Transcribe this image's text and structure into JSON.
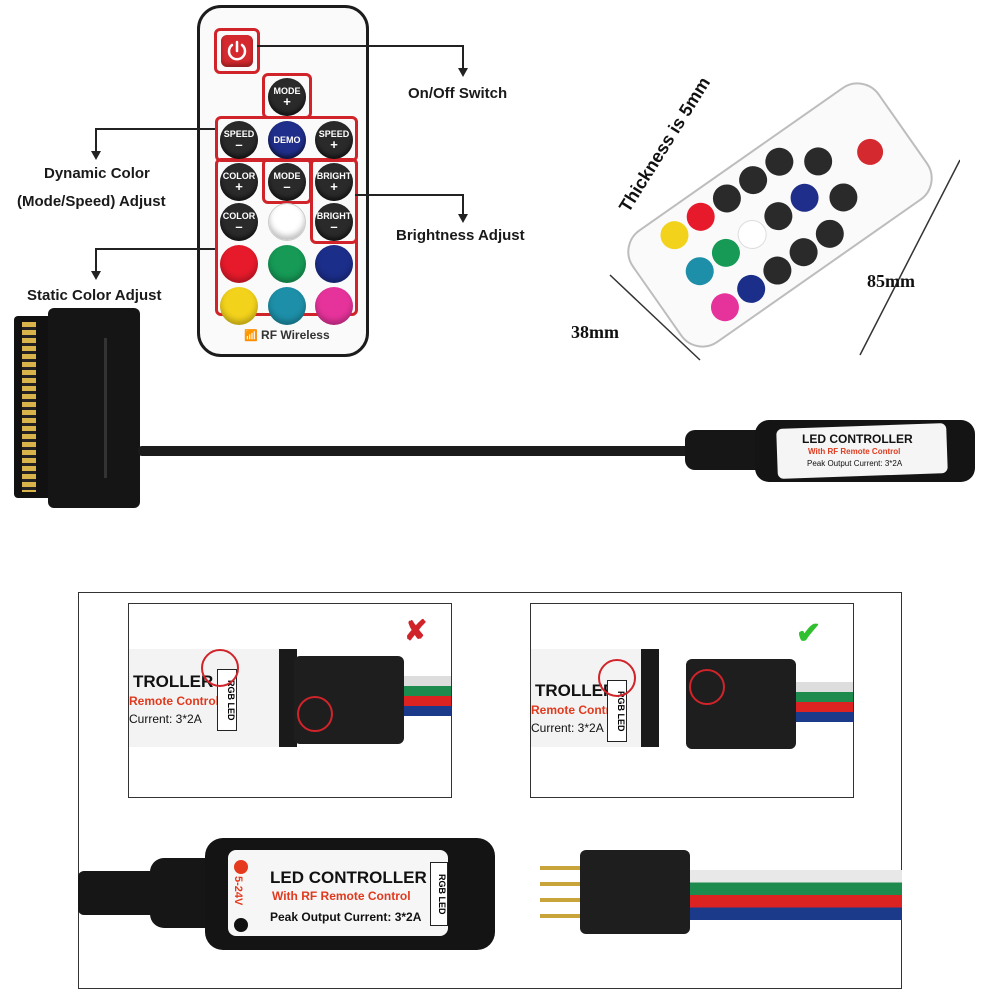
{
  "labels": {
    "onoff": "On/Off Switch",
    "dynamic_line1": "Dynamic Color",
    "dynamic_line2": "(Mode/Speed) Adjust",
    "brightness": "Brightness Adjust",
    "static": "Static Color Adjust",
    "thickness": "Thickness is 5mm",
    "width_dim": "38mm",
    "length_dim": "85mm"
  },
  "remote": {
    "mode_top": "MODE",
    "demo": "DEMO",
    "speed": "SPEED",
    "color": "COLOR",
    "mode_bottom": "MODE",
    "bright": "BRIGHT",
    "plus": "+",
    "minus": "–",
    "footer": "RF Wireless",
    "color_buttons": [
      "#e61a2b",
      "#169a56",
      "#1b2e8a",
      "#f2d21b",
      "#1d8fa8",
      "#e6339b"
    ],
    "white_button": "#ffffff"
  },
  "controller": {
    "title": "LED CONTROLLER",
    "subtitle": "With RF Remote Control",
    "peak_label": "Peak Output Current:",
    "peak_value": "3*2A",
    "rgb_led": "RGB LED",
    "voltage": "5-24V"
  },
  "zoom_panels": {
    "partial_title": "TROLLER",
    "partial_subtitle": "Remote Control",
    "partial_current": "Current: 3*2A",
    "rgb_led": "RGB LED",
    "wrong_mark": "✘",
    "right_mark": "✔"
  },
  "colors": {
    "accent_red": "#d0242a",
    "check_green": "#2fbf2f",
    "subtitle_red": "#e03a1e"
  }
}
